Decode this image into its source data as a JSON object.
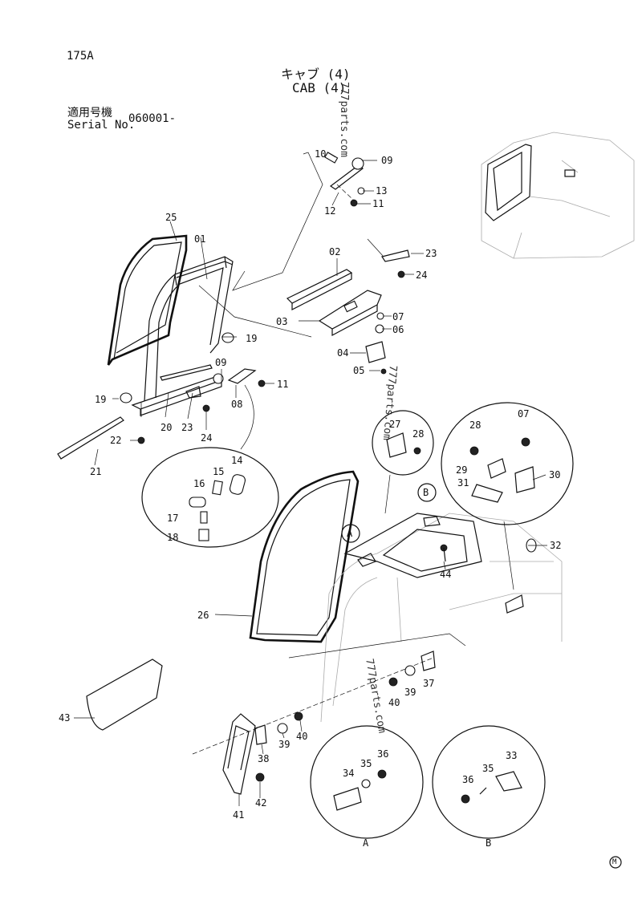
{
  "page": {
    "page_code": "175A",
    "title_jp": "キャブ (4)",
    "title_en": "CAB (4)",
    "applicable_model_jp": "適用号機",
    "serial_label": "Serial No.",
    "serial_value": "060001-",
    "watermark": "777parts.com",
    "mark": "M"
  },
  "callouts": {
    "c01": "01",
    "c02": "02",
    "c03": "03",
    "c04": "04",
    "c05": "05",
    "c06": "06",
    "c07": "07",
    "c08": "08",
    "c09": "09",
    "c10": "10",
    "c11": "11",
    "c12": "12",
    "c13": "13",
    "c14": "14",
    "c15": "15",
    "c16": "16",
    "c17": "17",
    "c18": "18",
    "c19": "19",
    "c20": "20",
    "c21": "21",
    "c22": "22",
    "c23": "23",
    "c24": "24",
    "c25": "25",
    "c26": "26",
    "c27": "27",
    "c28": "28",
    "c29": "29",
    "c30": "30",
    "c31": "31",
    "c32": "32",
    "c33": "33",
    "c34": "34",
    "c35": "35",
    "c36": "36",
    "c37": "37",
    "c38": "38",
    "c39": "39",
    "c40": "40",
    "c41": "41",
    "c42": "42",
    "c43": "43",
    "c44": "44"
  },
  "detail_views": {
    "a_marker": "A",
    "b_marker": "B",
    "a_caption": "A",
    "b_caption": "B"
  }
}
